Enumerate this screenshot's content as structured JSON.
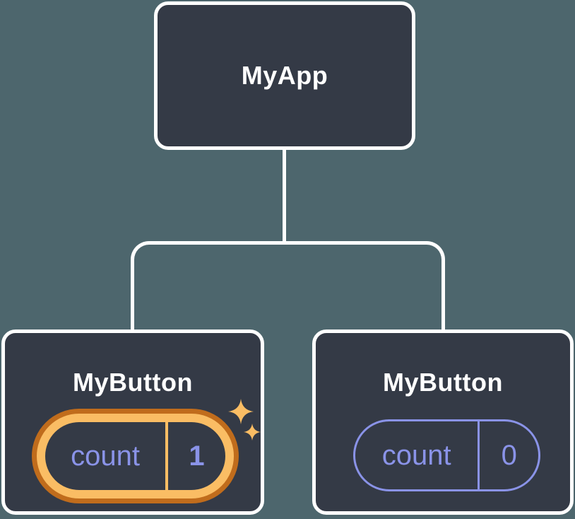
{
  "colors": {
    "background": "#4D666D",
    "node_fill": "#343A46",
    "node_border": "#FFFFFF",
    "label_text": "#FFFFFF",
    "state_purple": "#8A93E8",
    "highlight_gold": "#FABD64",
    "highlight_orange": "#C06C1C"
  },
  "tree": {
    "root": {
      "label": "MyApp"
    },
    "children": [
      {
        "label": "MyButton",
        "highlighted": true,
        "icon": "sparkles-icon",
        "state": {
          "name": "count",
          "value": "1"
        }
      },
      {
        "label": "MyButton",
        "highlighted": false,
        "state": {
          "name": "count",
          "value": "0"
        }
      }
    ]
  }
}
